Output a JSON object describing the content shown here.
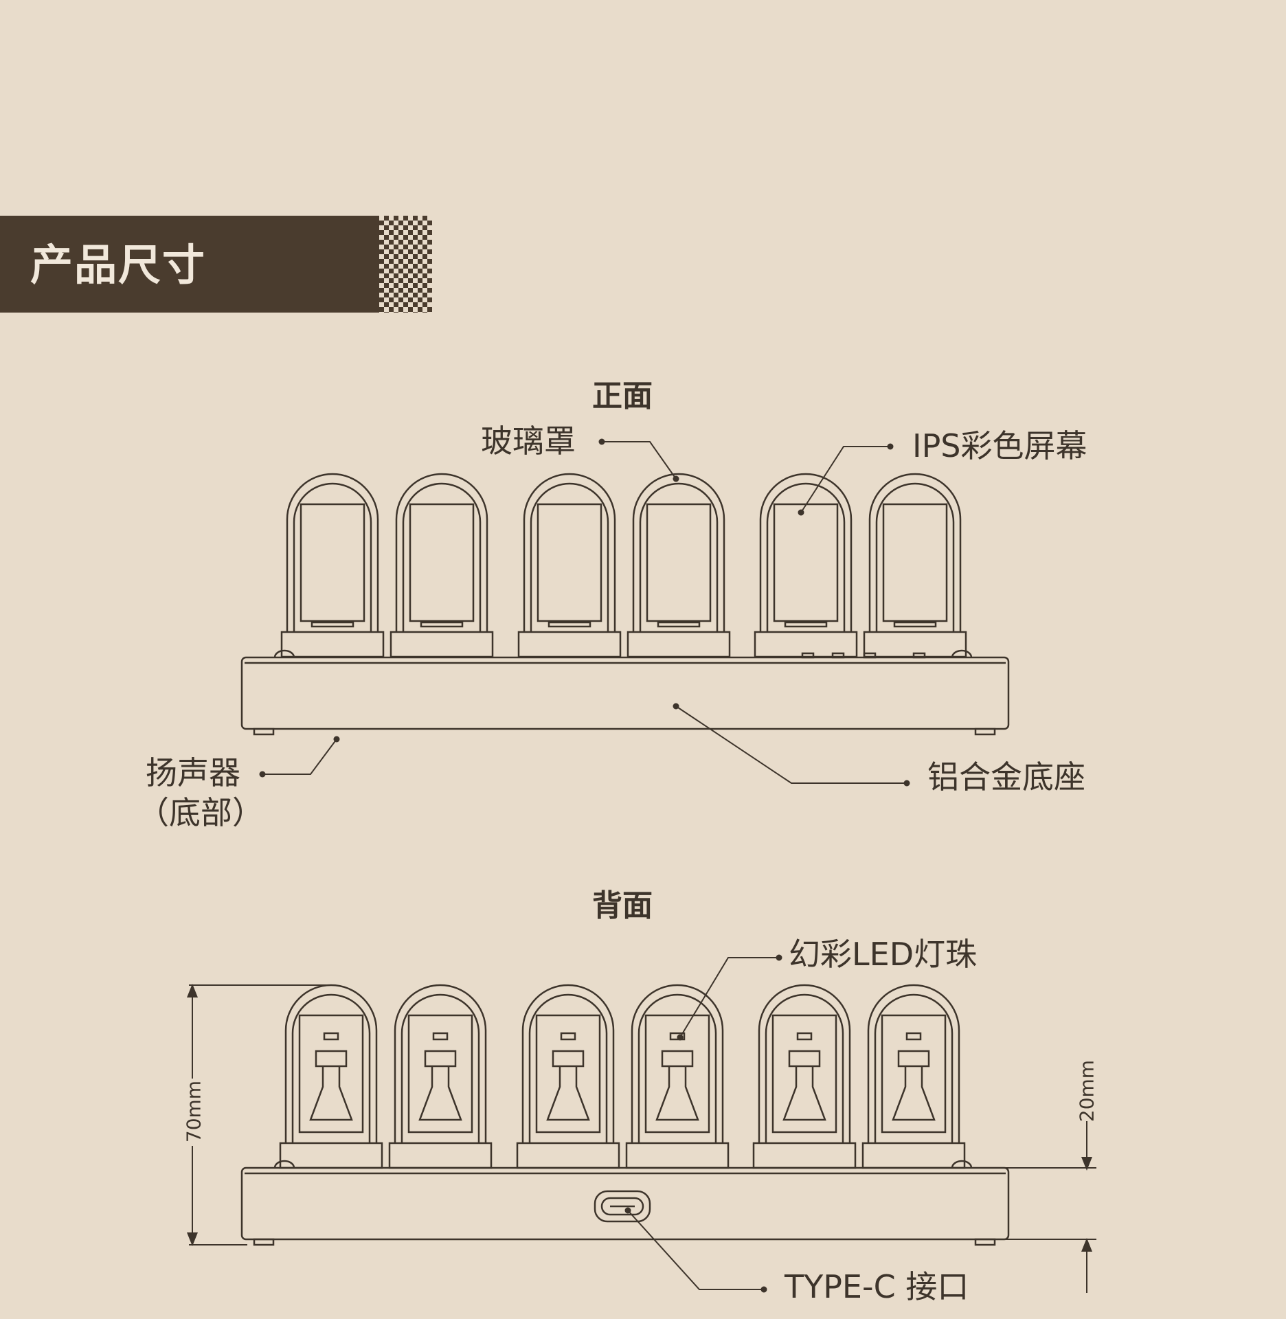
{
  "header": {
    "title": "产品尺寸"
  },
  "front_view": {
    "title": "正面",
    "labels": {
      "glass_cover": "玻璃罩",
      "ips_screen": "IPS彩色屏幕",
      "speaker_line1": "扬声器",
      "speaker_line2": "（底部）",
      "base": "铝合金底座"
    }
  },
  "back_view": {
    "title": "背面",
    "labels": {
      "led": "幻彩LED灯珠",
      "type_c": "TYPE-C 接口"
    },
    "dimensions": {
      "height": "70mm",
      "base_height": "20mm"
    }
  },
  "colors": {
    "background": "#e8dccb",
    "banner": "#4a3c2e",
    "line": "#3d342b"
  }
}
